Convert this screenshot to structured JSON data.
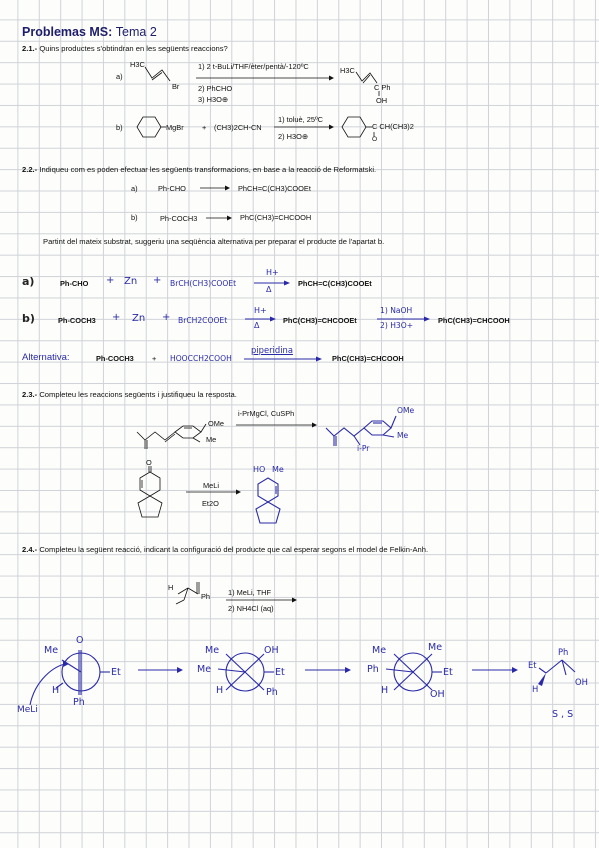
{
  "header": {
    "title_bold": "Problemas MS:",
    "title_rest": "Tema 2"
  },
  "p21": {
    "number": "2.1.-",
    "question": "Quins productes s'obtindran en les següents reaccions?",
    "a": {
      "label": "a)",
      "sm_h3c": "H3C",
      "sm_br": "Br",
      "step1": "1) 2 t-BuLi/THF/èter/pentà/-120ºC",
      "step2": "2) PhCHO",
      "step3": "3) H3O⊕",
      "prod_h3c": "H3C",
      "prod_cph": "C Ph",
      "prod_oh": "OH"
    },
    "b": {
      "label": "b)",
      "mgbr": "MgBr",
      "plus": "+",
      "nitrile": "(CH3)2CH-CN",
      "step1": "1) toluè, 25ºC",
      "step2": "2) H3O⊕",
      "prod_group": "C CH(CH3)2",
      "prod_o": "O"
    }
  },
  "p22": {
    "number": "2.2.-",
    "question": "Indiqueu com es poden efectuar les següents transformacions, en base a la reacció de Reformatski.",
    "a": {
      "label": "a)",
      "sm": "Ph-CHO",
      "prod": "PhCH=C(CH3)COOEt"
    },
    "b": {
      "label": "b)",
      "sm": "Ph-COCH3",
      "prod": "PhC(CH3)=CHCOOH"
    },
    "alt_question": "Partint del mateix substrat, suggeriu una seqüència alternativa per preparar el producte de l'apartat b.",
    "ans_a": {
      "label": "a)",
      "sm": "Ph-CHO",
      "plus1": "+",
      "zn": "Zn",
      "plus2": "+",
      "reagent": "BrCH(CH3)COOEt",
      "above": "H+",
      "below": "Δ",
      "prod": "PhCH=C(CH3)COOEt"
    },
    "ans_b": {
      "label": "b)",
      "sm": "Ph-COCH3",
      "plus1": "+",
      "zn": "Zn",
      "plus2": "+",
      "reagent": "BrCH2COOEt",
      "above": "H+",
      "below": "Δ",
      "mid": "PhC(CH3)=CHCOOEt",
      "above2": "1) NaOH",
      "below2": "2) H3O+",
      "prod": "PhC(CH3)=CHCOOH"
    },
    "ans_alt": {
      "label": "Alternativa:",
      "sm": "Ph-COCH3",
      "plus": "+",
      "reagent": "HOOCCH2COOH",
      "above": "piperidina",
      "prod": "PhC(CH3)=CHCOOH"
    }
  },
  "p23": {
    "number": "2.3.-",
    "question": "Completeu les reaccions següents i justifiqueu la resposta.",
    "r1": {
      "ome": "OMe",
      "me": "Me",
      "reagent": "i-PrMgCl, CuSPh",
      "p_ome": "OMe",
      "p_me": "Me",
      "p_ipr": "i-Pr"
    },
    "r2": {
      "reagent1": "MeLi",
      "reagent2": "Et2O",
      "p_ho": "HO",
      "p_me": "Me"
    }
  },
  "p24": {
    "number": "2.4.-",
    "question": "Completeu la següent reacció, indicant la configuració del producte que cal esperar segons el model de Felkin-Anh.",
    "sm_h": "H",
    "sm_ph": "Ph",
    "step1": "1) MeLi, THF",
    "step2": "2) NH4Cl (aq)",
    "newman1": {
      "top": "Me",
      "o": "O",
      "right": "Et",
      "left": "H",
      "bottom": "Ph",
      "nuc": "MeLi"
    },
    "newman2": {
      "top1": "Me",
      "top2": "OH",
      "left": "Me",
      "right": "Et",
      "bl": "H",
      "br": "Ph"
    },
    "newman3": {
      "top1": "Me",
      "top2": "Me",
      "left": "Ph",
      "right": "Et",
      "bl": "H",
      "br": "OH"
    },
    "product": {
      "ph": "Ph",
      "et": "Et",
      "oh": "OH",
      "h": "H"
    },
    "config": "S , S"
  }
}
